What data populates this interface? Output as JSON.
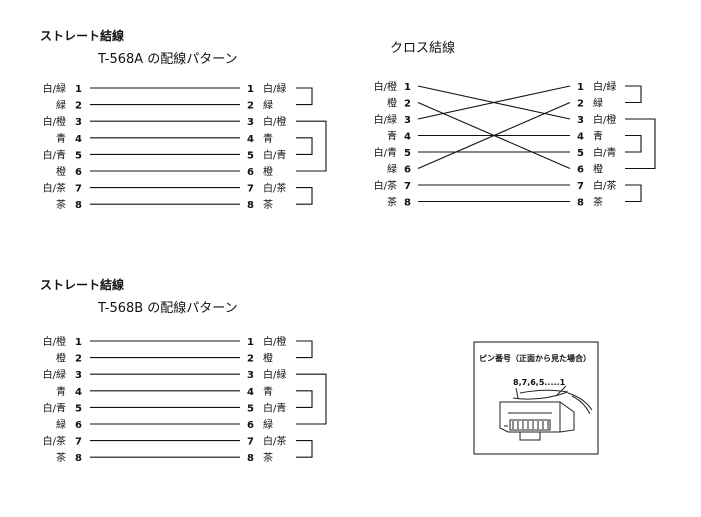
{
  "section1": {
    "heading": "ストレート結線",
    "subheading": "T-568A の配線パターン",
    "pins": [
      {
        "left": "白/緑",
        "num": "1",
        "right": "白/緑"
      },
      {
        "left": "緑",
        "num": "2",
        "right": "緑"
      },
      {
        "left": "白/橙",
        "num": "3",
        "right": "白/橙"
      },
      {
        "left": "青",
        "num": "4",
        "right": "青"
      },
      {
        "left": "白/青",
        "num": "5",
        "right": "白/青"
      },
      {
        "left": "橙",
        "num": "6",
        "right": "橙"
      },
      {
        "left": "白/茶",
        "num": "7",
        "right": "白/茶"
      },
      {
        "left": "茶",
        "num": "8",
        "right": "茶"
      }
    ]
  },
  "cross": {
    "heading": "クロス結線",
    "left_pins": [
      {
        "label": "白/橙",
        "num": "1"
      },
      {
        "label": "橙",
        "num": "2"
      },
      {
        "label": "白/緑",
        "num": "3"
      },
      {
        "label": "青",
        "num": "4"
      },
      {
        "label": "白/青",
        "num": "5"
      },
      {
        "label": "緑",
        "num": "6"
      },
      {
        "label": "白/茶",
        "num": "7"
      },
      {
        "label": "茶",
        "num": "8"
      }
    ],
    "right_pins": [
      {
        "label": "白/緑",
        "num": "1"
      },
      {
        "label": "緑",
        "num": "2"
      },
      {
        "label": "白/橙",
        "num": "3"
      },
      {
        "label": "青",
        "num": "4"
      },
      {
        "label": "白/青",
        "num": "5"
      },
      {
        "label": "橙",
        "num": "6"
      },
      {
        "label": "白/茶",
        "num": "7"
      },
      {
        "label": "茶",
        "num": "8"
      }
    ],
    "mapping": [
      3,
      6,
      1,
      4,
      5,
      2,
      7,
      8
    ]
  },
  "section2": {
    "heading": "ストレート結線",
    "subheading": "T-568B の配線パターン",
    "pins": [
      {
        "left": "白/橙",
        "num": "1",
        "right": "白/橙"
      },
      {
        "left": "橙",
        "num": "2",
        "right": "橙"
      },
      {
        "left": "白/緑",
        "num": "3",
        "right": "白/緑"
      },
      {
        "left": "青",
        "num": "4",
        "right": "青"
      },
      {
        "left": "白/青",
        "num": "5",
        "right": "白/青"
      },
      {
        "left": "緑",
        "num": "6",
        "right": "緑"
      },
      {
        "left": "白/茶",
        "num": "7",
        "right": "白/茶"
      },
      {
        "left": "茶",
        "num": "8",
        "right": "茶"
      }
    ]
  },
  "pin_box": {
    "title": "ピン番号（正面から見た場合）",
    "pin_order": "8,7,6,5.....1"
  }
}
